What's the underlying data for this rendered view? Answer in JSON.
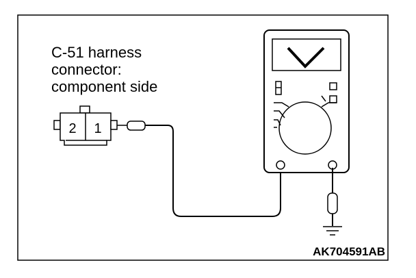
{
  "label": {
    "line1": "C-51 harness",
    "line2": "connector:",
    "line3": "component side"
  },
  "connector": {
    "pin_left": "2",
    "pin_right": "1"
  },
  "meter": {
    "mode_symbol": "V"
  },
  "figure_code": "AK704591AB"
}
